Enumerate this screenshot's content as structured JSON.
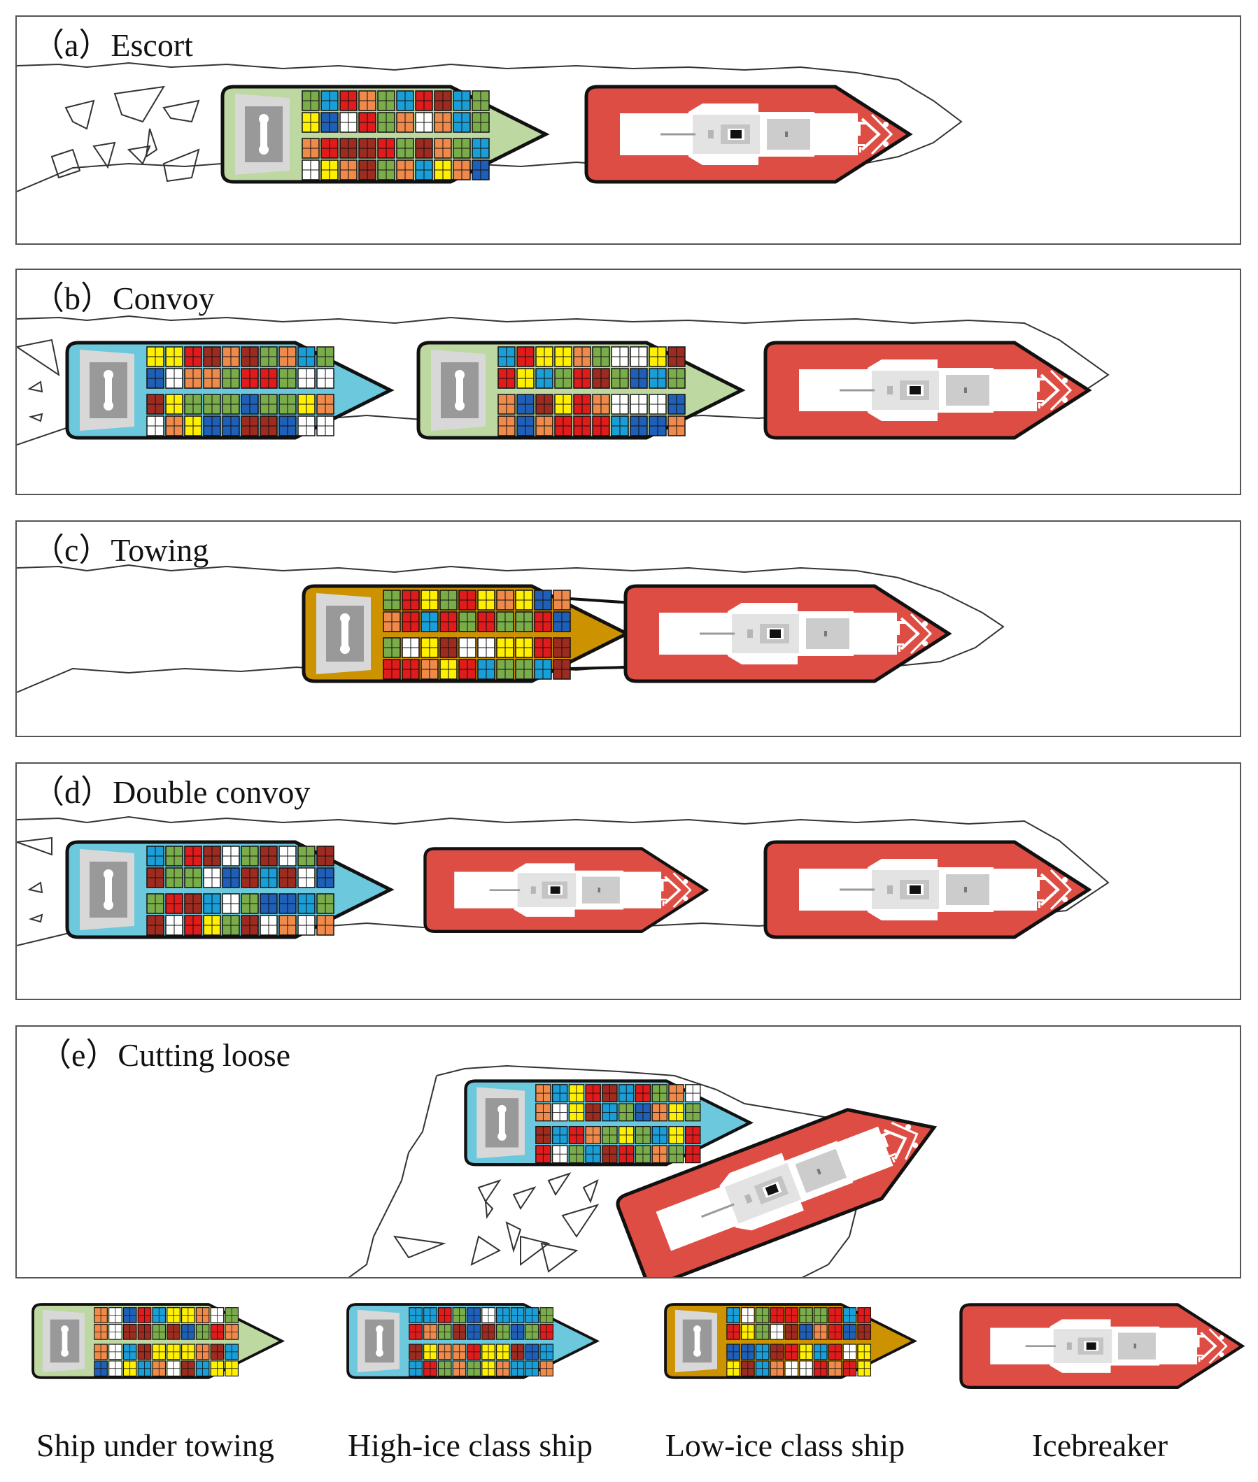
{
  "panels": [
    {
      "id": "a",
      "title": "（a）Escort"
    },
    {
      "id": "b",
      "title": "（b）Convoy"
    },
    {
      "id": "c",
      "title": "（c）Towing"
    },
    {
      "id": "d",
      "title": "（d）Double convoy"
    },
    {
      "id": "e",
      "title": "（e）Cutting loose"
    }
  ],
  "legend": {
    "towed": "Ship under towing",
    "high_ice": "High-ice class ship",
    "low_ice": "Low-ice class ship",
    "icebreaker": "Icebreaker"
  },
  "colors": {
    "towed_hull": "#bdd8a0",
    "high_ice_hull": "#6cc8dc",
    "low_ice_hull": "#cc9200",
    "icebreaker_hull": "#de4d44",
    "container_palette": [
      "#e01b1b",
      "#f08a4b",
      "#ffef00",
      "#7aad4a",
      "#1a9ed8",
      "#ffffff",
      "#1f5fb8",
      "#9e2b1f"
    ]
  }
}
